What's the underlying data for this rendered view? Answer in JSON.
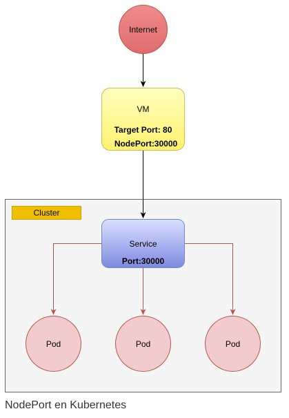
{
  "diagram": {
    "nodes": {
      "internet": {
        "label": "Internet",
        "fill": "#e06c6c",
        "stroke": "#b85450"
      },
      "vm": {
        "title": "VM",
        "line1": "Target Port: 80",
        "line2": "NodePort:30000",
        "fill": "#fff26e",
        "stroke": "#d6b656"
      },
      "cluster": {
        "label": "Cluster",
        "fill": "#f5f5f5",
        "stroke": "#666666",
        "tag_fill": "#f0c000",
        "tag_stroke": "#d79b00"
      },
      "service": {
        "title": "Service",
        "port": "Port:30000",
        "fill_top": "#dae0ff",
        "fill_bottom": "#7f8ae0",
        "stroke": "#6c8ebf"
      },
      "pods": [
        {
          "label": "Pod"
        },
        {
          "label": "Pod"
        },
        {
          "label": "Pod"
        }
      ],
      "pod_style": {
        "fill": "#f2cccc",
        "stroke": "#b85450"
      }
    },
    "edges": {
      "primary_color": "#000000",
      "pod_color": "#b85450"
    }
  },
  "caption": "NodePort en Kubernetes"
}
